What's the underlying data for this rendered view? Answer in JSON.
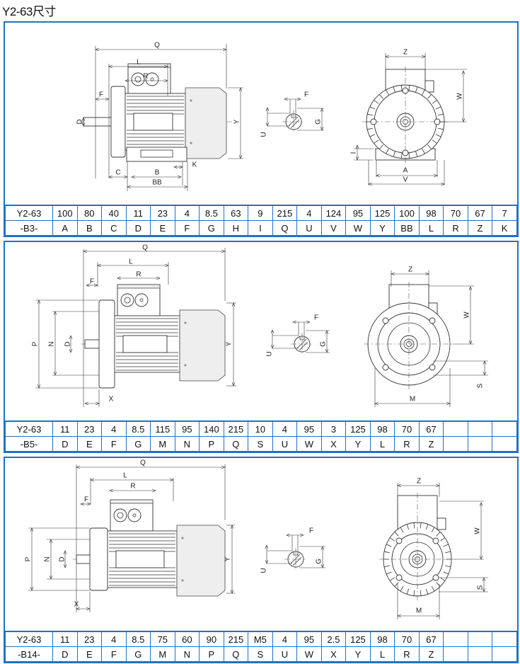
{
  "title": "Y2-63尺寸",
  "panels": [
    {
      "id": "b3",
      "model": "Y2-63",
      "mount": "-B3-",
      "values": [
        "100",
        "80",
        "40",
        "11",
        "23",
        "4",
        "8.5",
        "63",
        "9",
        "215",
        "4",
        "124",
        "95",
        "125",
        "100",
        "98",
        "70",
        "67",
        "7"
      ],
      "letters": [
        "A",
        "B",
        "C",
        "D",
        "E",
        "F",
        "G",
        "H",
        "I",
        "Q",
        "U",
        "V",
        "W",
        "Y",
        "BB",
        "L",
        "R",
        "Z",
        "K"
      ],
      "labels": {
        "Q": "Q",
        "L": "L",
        "R": "R",
        "F": "F",
        "D": "D",
        "Y": "Y",
        "C": "C",
        "B": "B",
        "BB": "BB",
        "K": "K",
        "F2": "F",
        "U": "U",
        "G": "G",
        "Z": "Z",
        "W": "W",
        "I": "I",
        "A": "A",
        "V": "V"
      }
    },
    {
      "id": "b5",
      "model": "Y2-63",
      "mount": "-B5-",
      "values": [
        "11",
        "23",
        "4",
        "8.5",
        "115",
        "95",
        "140",
        "215",
        "10",
        "4",
        "95",
        "3",
        "125",
        "98",
        "70",
        "67",
        "",
        "",
        ""
      ],
      "letters": [
        "D",
        "E",
        "F",
        "G",
        "M",
        "N",
        "P",
        "Q",
        "S",
        "U",
        "W",
        "X",
        "Y",
        "L",
        "R",
        "Z",
        "",
        "",
        ""
      ],
      "labels": {
        "Q": "Q",
        "L": "L",
        "R": "R",
        "F": "F",
        "P": "P",
        "N": "N",
        "D": "D",
        "X": "X",
        "Y": "Y",
        "F2": "F",
        "U": "U",
        "G": "G",
        "Z": "Z",
        "W": "W",
        "S": "S",
        "M": "M"
      }
    },
    {
      "id": "b14",
      "model": "Y2-63",
      "mount": "-B14-",
      "values": [
        "11",
        "23",
        "4",
        "8.5",
        "75",
        "60",
        "90",
        "215",
        "M5",
        "4",
        "95",
        "2.5",
        "125",
        "98",
        "70",
        "67",
        "",
        "",
        ""
      ],
      "letters": [
        "D",
        "E",
        "F",
        "G",
        "M",
        "N",
        "P",
        "Q",
        "S",
        "U",
        "W",
        "X",
        "Y",
        "L",
        "R",
        "Z",
        "",
        "",
        ""
      ],
      "labels": {
        "Q": "Q",
        "L": "L",
        "R": "R",
        "F": "F",
        "P": "P",
        "N": "N",
        "D": "D",
        "X": "X",
        "Y": "Y",
        "F2": "F",
        "U": "U",
        "G": "G",
        "Z": "Z",
        "W": "W",
        "S": "S",
        "M": "M"
      }
    }
  ]
}
